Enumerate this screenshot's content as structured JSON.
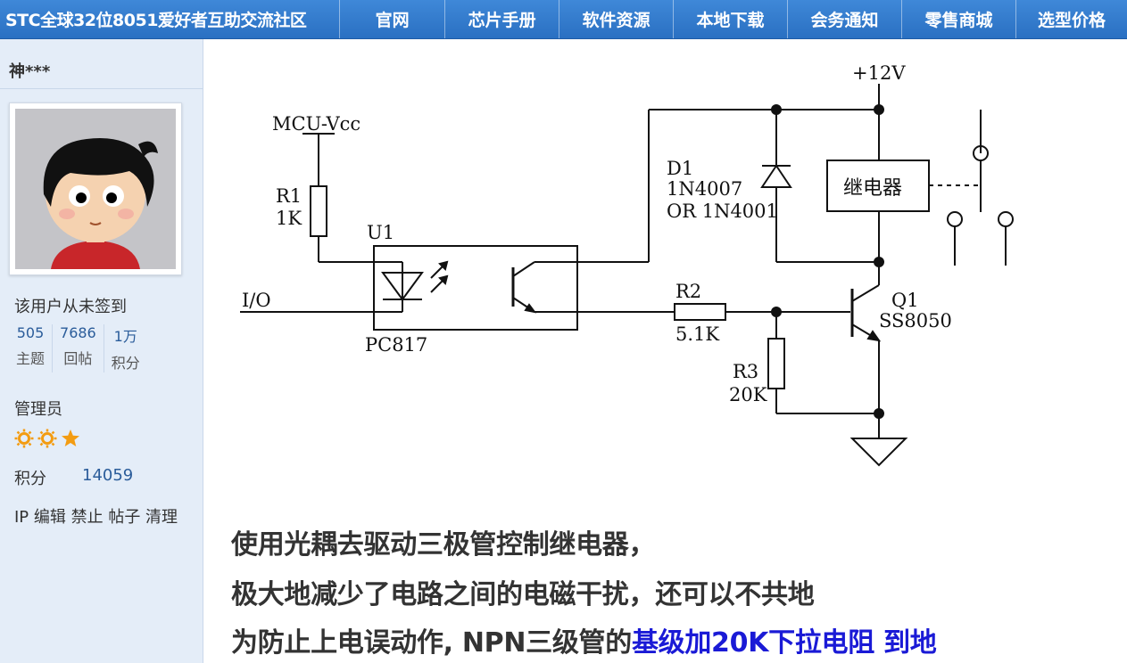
{
  "site": {
    "title": "STC全球32位8051爱好者互助交流社区",
    "nav": [
      "官网",
      "芯片手册",
      "软件资源",
      "本地下载",
      "会务通知",
      "零售商城",
      "选型价格"
    ]
  },
  "user": {
    "name": "神***",
    "signin_status": "该用户从未签到",
    "stats": [
      {
        "value": "505",
        "label": "主题"
      },
      {
        "value": "7686",
        "label": "回帖"
      },
      {
        "value": "1万",
        "label": "积分"
      }
    ],
    "role": "管理员",
    "points_label": "积分",
    "points_value": "14059",
    "admin_links": "IP 编辑 禁止 帖子 清理"
  },
  "circuit": {
    "labels": {
      "mcu_vcc": "MCU-Vcc",
      "r1": "R1",
      "r1_val": "1K",
      "u1": "U1",
      "io": "I/O",
      "pc817": "PC817",
      "v12": "+12V",
      "d1": "D1",
      "d1_part": "1N4007",
      "d1_alt": "OR 1N4001",
      "relay": "继电器",
      "r2": "R2",
      "r2_val": "5.1K",
      "q1": "Q1",
      "q1_part": "SS8050",
      "r3": "R3",
      "r3_val": "20K"
    }
  },
  "caption": {
    "line1": "使用光耦去驱动三极管控制继电器，",
    "line2": "极大地减少了电路之间的电磁干扰，还可以不共地",
    "line3_prefix": "为防止上电误动作, NPN三级管的",
    "line3_highlight": "基级加20K下拉电阻 到地"
  },
  "colors": {
    "nav_bg": "#2f78cc",
    "sidebar_bg": "#e4edf8",
    "link_blue": "#2a5c9a",
    "highlight": "#1a1ad6",
    "star": "#f39c12"
  }
}
